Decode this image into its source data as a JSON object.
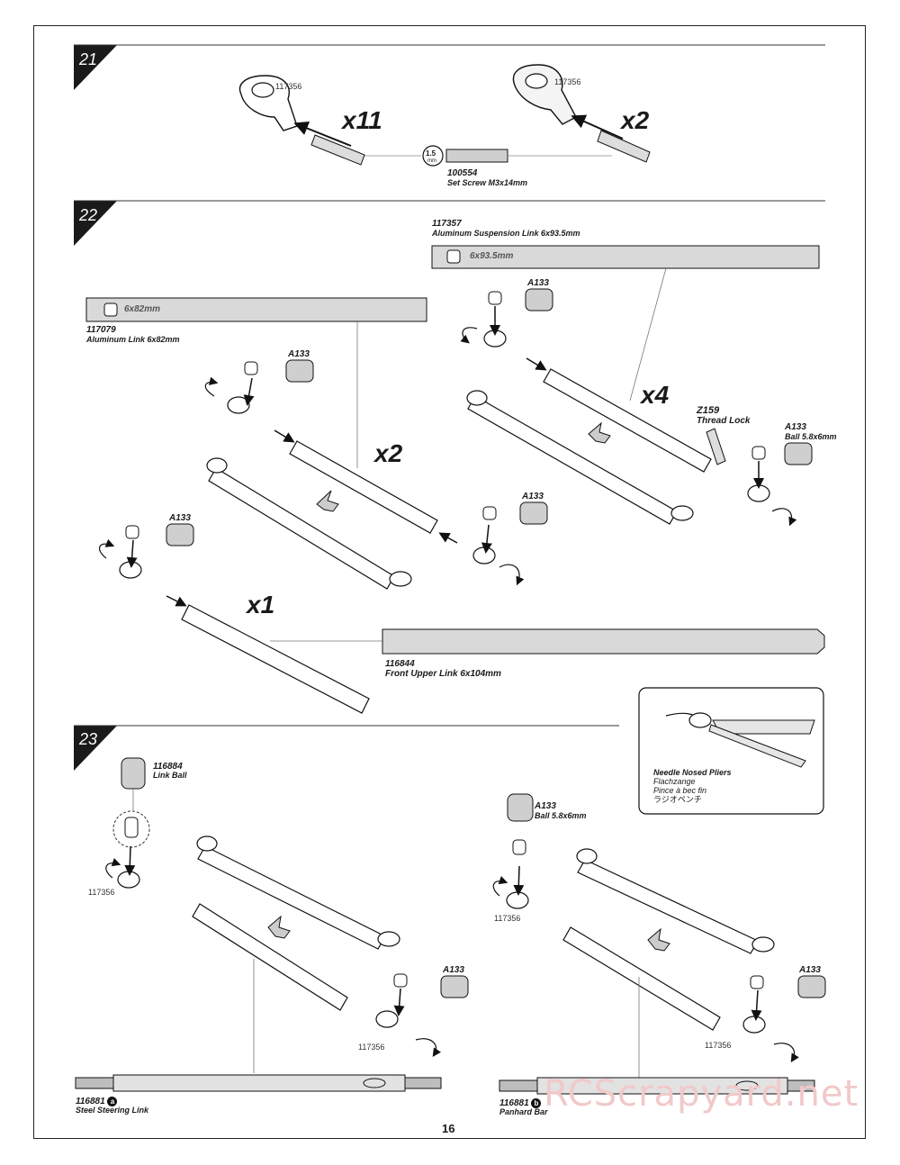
{
  "page_number": "16",
  "watermark": "RCScrapyard.net",
  "steps": [
    {
      "number": "21"
    },
    {
      "number": "22"
    },
    {
      "number": "23"
    }
  ],
  "step21": {
    "rod_end_part_left": "117356",
    "rod_end_part_right": "117356",
    "qty_left": "x11",
    "qty_right": "x2",
    "hex_size": "1.5",
    "hex_unit": "mm",
    "screw_part": "100554",
    "screw_desc": "Set Screw M3x14mm"
  },
  "step22": {
    "link_b_part": "117357",
    "link_b_desc": "Aluminum Suspension Link 6x93.5mm",
    "link_b_label": "6x93.5mm",
    "link_a_part": "117079",
    "link_a_desc": "Aluminum Link 6x82mm",
    "link_a_label": "6x82mm",
    "ball_ref": "A133",
    "ball_desc": "Ball 5.8x6mm",
    "thread_lock_ref": "Z159",
    "thread_lock_desc": "Thread Lock",
    "qty_center": "x2",
    "qty_right": "x4",
    "qty_front": "x1",
    "front_link_part": "116844",
    "front_link_desc": "Front Upper Link 6x104mm"
  },
  "step23": {
    "link_ball_part": "116884",
    "link_ball_desc": "Link Ball",
    "rod_end_part": "117356",
    "ball_ref": "A133",
    "ball_desc": "Ball 5.8x6mm",
    "steering_part": "116881",
    "steering_variant": "a",
    "steering_desc": "Steel Steering Link",
    "panhard_part": "116881",
    "panhard_variant": "b",
    "panhard_desc": "Panhard Bar"
  },
  "tool_callout": {
    "lines": [
      "Needle Nosed Pliers",
      "Flachzange",
      "Pince à bec fin",
      "ラジオペンチ"
    ]
  },
  "colors": {
    "ink": "#1a1a1a",
    "part_fill": "#d9d9d9",
    "watermark": "#f1c9c9"
  }
}
